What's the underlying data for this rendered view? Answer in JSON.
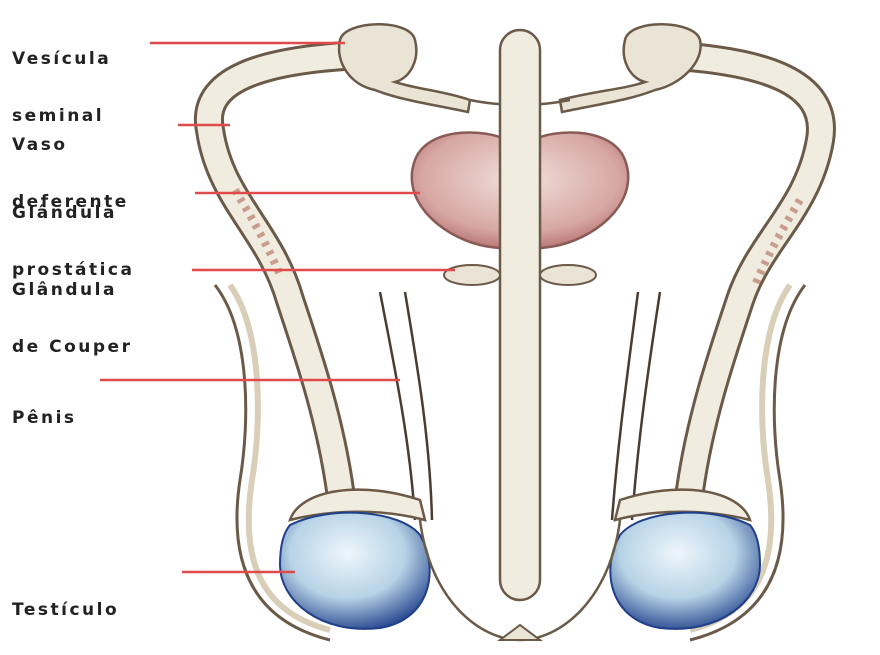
{
  "labels": {
    "vesicula_1": "Vesícula",
    "vesicula_2": "seminal",
    "vaso_1": "Vaso",
    "vaso_2": "deferente",
    "prostatica_1": "Glândula",
    "prostatica_2": "prostática",
    "couper_1": "Glândula",
    "couper_2": "de Couper",
    "penis": "Pênis",
    "testiculo": "Testículo"
  },
  "colors": {
    "tube_fill": "#f1ece0",
    "tube_stroke": "#6b5a48",
    "prostate": "#c98f8f",
    "testis_light": "#cfe3f0",
    "testis_dark": "#1f3f8a",
    "leader": "#e04a4a"
  }
}
